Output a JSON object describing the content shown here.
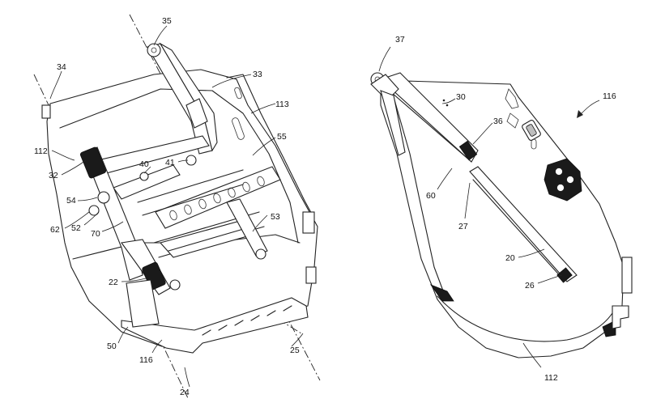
{
  "figure_left": {
    "labels": {
      "l35": "35",
      "l33": "33",
      "l34": "34",
      "l113": "113",
      "l55": "55",
      "l112": "112",
      "l41": "41",
      "l40": "40",
      "l32": "32",
      "l54": "54",
      "l62": "62",
      "l52": "52",
      "l70": "70",
      "l53": "53",
      "l22": "22",
      "l50": "50",
      "l116": "116",
      "l25": "25",
      "l24": "24"
    }
  },
  "figure_right": {
    "labels": {
      "l37": "37",
      "l30": "30",
      "l36": "36",
      "l116": "116",
      "l60": "60",
      "l27": "27",
      "l20": "20",
      "l26": "26",
      "l112": "112"
    }
  }
}
